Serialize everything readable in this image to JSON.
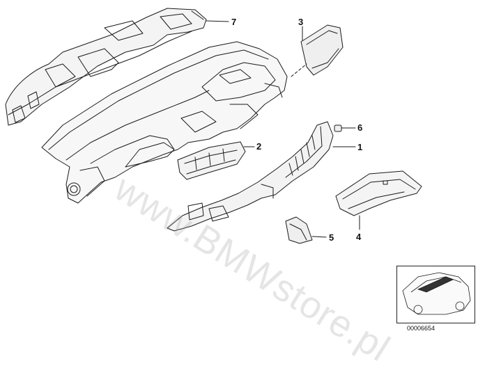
{
  "callouts": {
    "part_1": "1",
    "part_2": "2",
    "part_3": "3",
    "part_4": "4",
    "part_5": "5",
    "part_6": "6",
    "part_7": "7"
  },
  "watermark": "www.BMWstore.pl",
  "document_number": "00006654",
  "colors": {
    "line": "#1a1a1a",
    "background": "#ffffff",
    "watermark": "#969696"
  }
}
